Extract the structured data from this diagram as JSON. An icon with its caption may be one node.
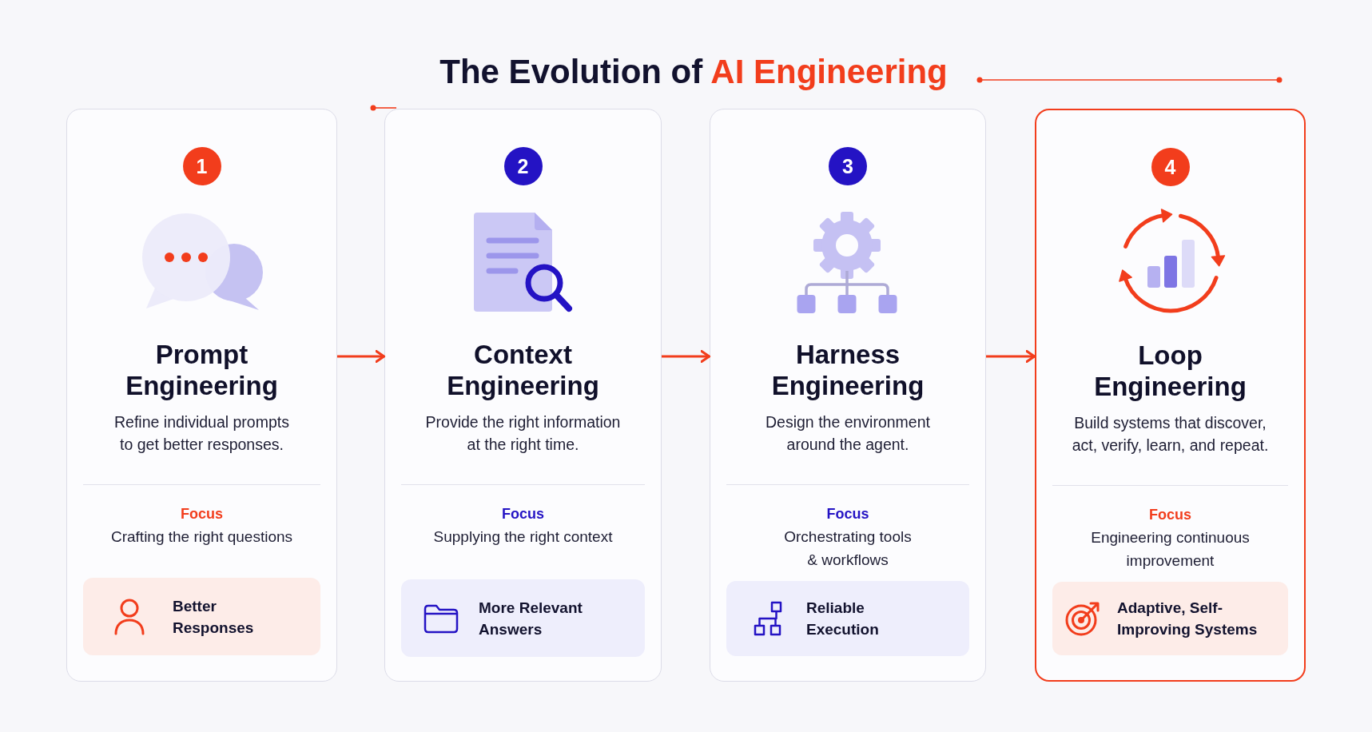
{
  "diagram": {
    "title": "The Evolution of **AI Engineering**",
    "nodes": [
      {
        "text": [
          "Prompt Engineering",
          "Refine individual prompts to get better responses.",
          "Focus",
          "Crafting the right questions"
        ]
      },
      {
        "text": [
          "1"
        ],
        "in": 0
      },
      {
        "text": [
          "Better Responses"
        ],
        "in": 0
      },
      {
        "text": [
          "Context Engineering",
          "Provide the right information at the right time.",
          "Focus",
          "Supplying the right context"
        ]
      },
      {
        "text": [
          "2"
        ],
        "in": 3
      },
      {
        "text": [
          "More Relevant Answers"
        ],
        "in": 3
      },
      {
        "text": [
          "Harness Engineering",
          "Design the environment around the agent.",
          "Focus",
          "Orchestrating tools & workflows"
        ]
      },
      {
        "text": [
          "3"
        ],
        "in": 6
      },
      {
        "text": [
          "Reliable Execution"
        ],
        "in": 6
      },
      {
        "text": [
          "Loop Engineering",
          "Build systems that discover, act, verify, learn, and repeat.",
          "Focus",
          "Engineering continuous improvement"
        ]
      },
      {
        "text": [
          "4"
        ],
        "in": 9
      },
      {
        "text": [
          "Adaptive, Self-Improving Systems"
        ],
        "in": 9
      }
    ],
    "edges": [
      {
        "from": 0,
        "to": 3,
        "arrow": "to"
      },
      {
        "from": 3,
        "to": 6,
        "arrow": "to"
      },
      {
        "from": 6,
        "to": 9,
        "arrow": "to"
      }
    ]
  }
}
